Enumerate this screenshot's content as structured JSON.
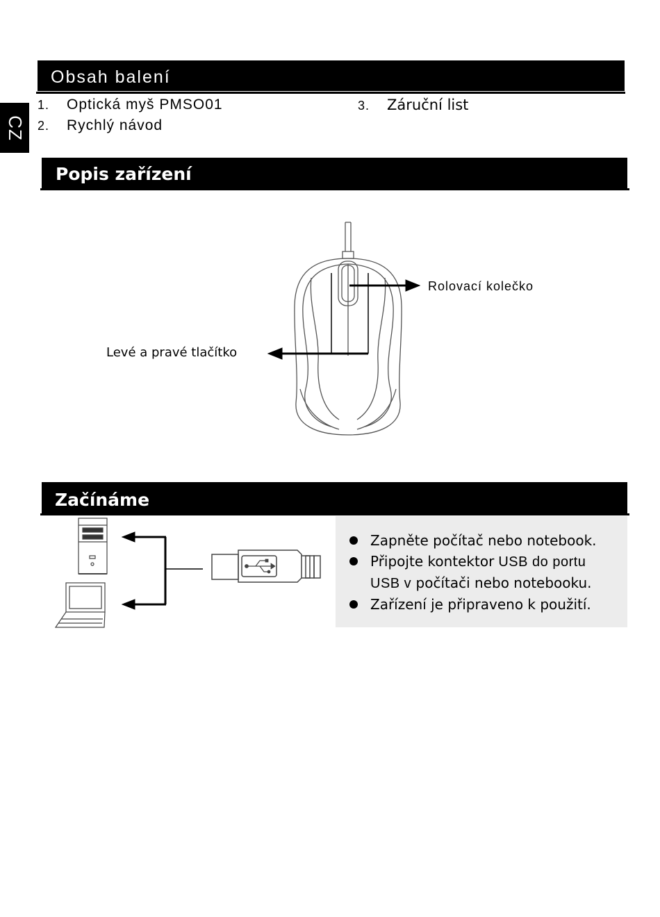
{
  "language_tab": "CZ",
  "sections": {
    "package": {
      "title": "Obsah balení",
      "items": [
        {
          "num": "1.",
          "text": "Optická myš PMSO01"
        },
        {
          "num": "2.",
          "text": "Rychlý návod"
        },
        {
          "num": "3.",
          "text": "Záruční list"
        }
      ]
    },
    "description": {
      "title": "Popis zařízení",
      "callouts": {
        "scroll_wheel": "Rolovací kolečko",
        "buttons": "Levé a pravé tlačítko"
      }
    },
    "getting_started": {
      "title": "Začínáme",
      "steps": {
        "s1": "Zapněte počítač nebo notebook.",
        "s2_a": "Připojte kontektor",
        "s2_b": " USB do portu",
        "s2_c": "USB v",
        "s2_d": " počítači nebo notebooku.",
        "s3": "Zařízení je připraveno k použití."
      }
    }
  }
}
